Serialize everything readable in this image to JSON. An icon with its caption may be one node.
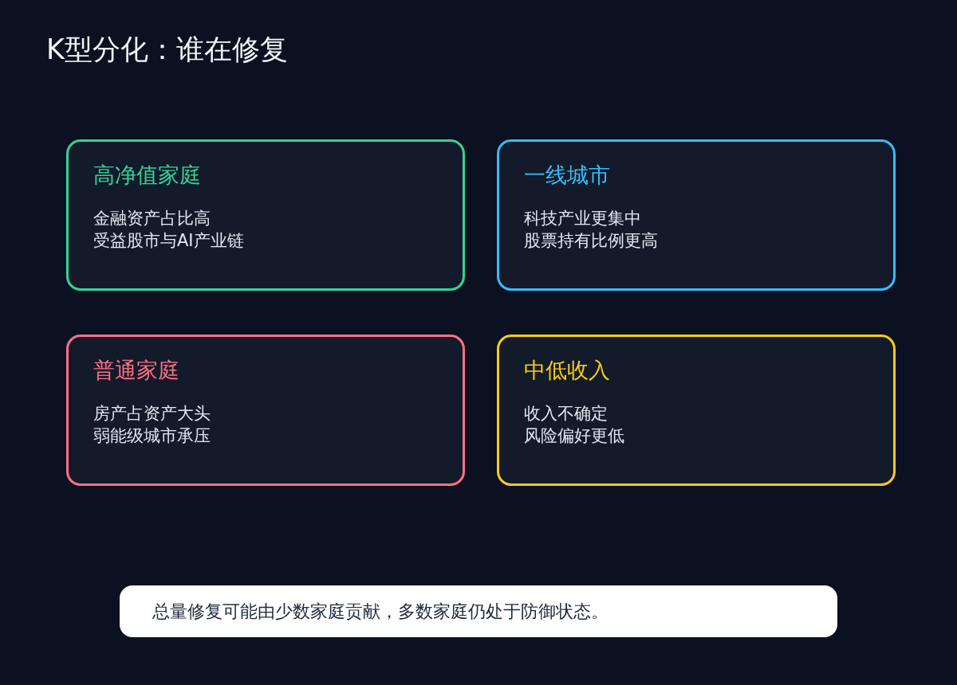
{
  "diagram": {
    "title": "K型分化：谁在修复",
    "nodes": [
      {
        "text": [
          "高净值家庭",
          "金融资产占比高",
          "受益股市与AI产业链"
        ]
      },
      {
        "text": [
          "一线城市",
          "科技产业更集中",
          "股票持有比例更高"
        ]
      },
      {
        "text": [
          "普通家庭",
          "房产占资产大头",
          "弱能级城市承压"
        ]
      },
      {
        "text": [
          "中低收入",
          "收入不确定",
          "风险偏好更低"
        ]
      },
      {
        "text": [
          "总量修复可能由少数家庭贡献，多数家庭仍处于防御状态。"
        ]
      }
    ],
    "edges": []
  }
}
